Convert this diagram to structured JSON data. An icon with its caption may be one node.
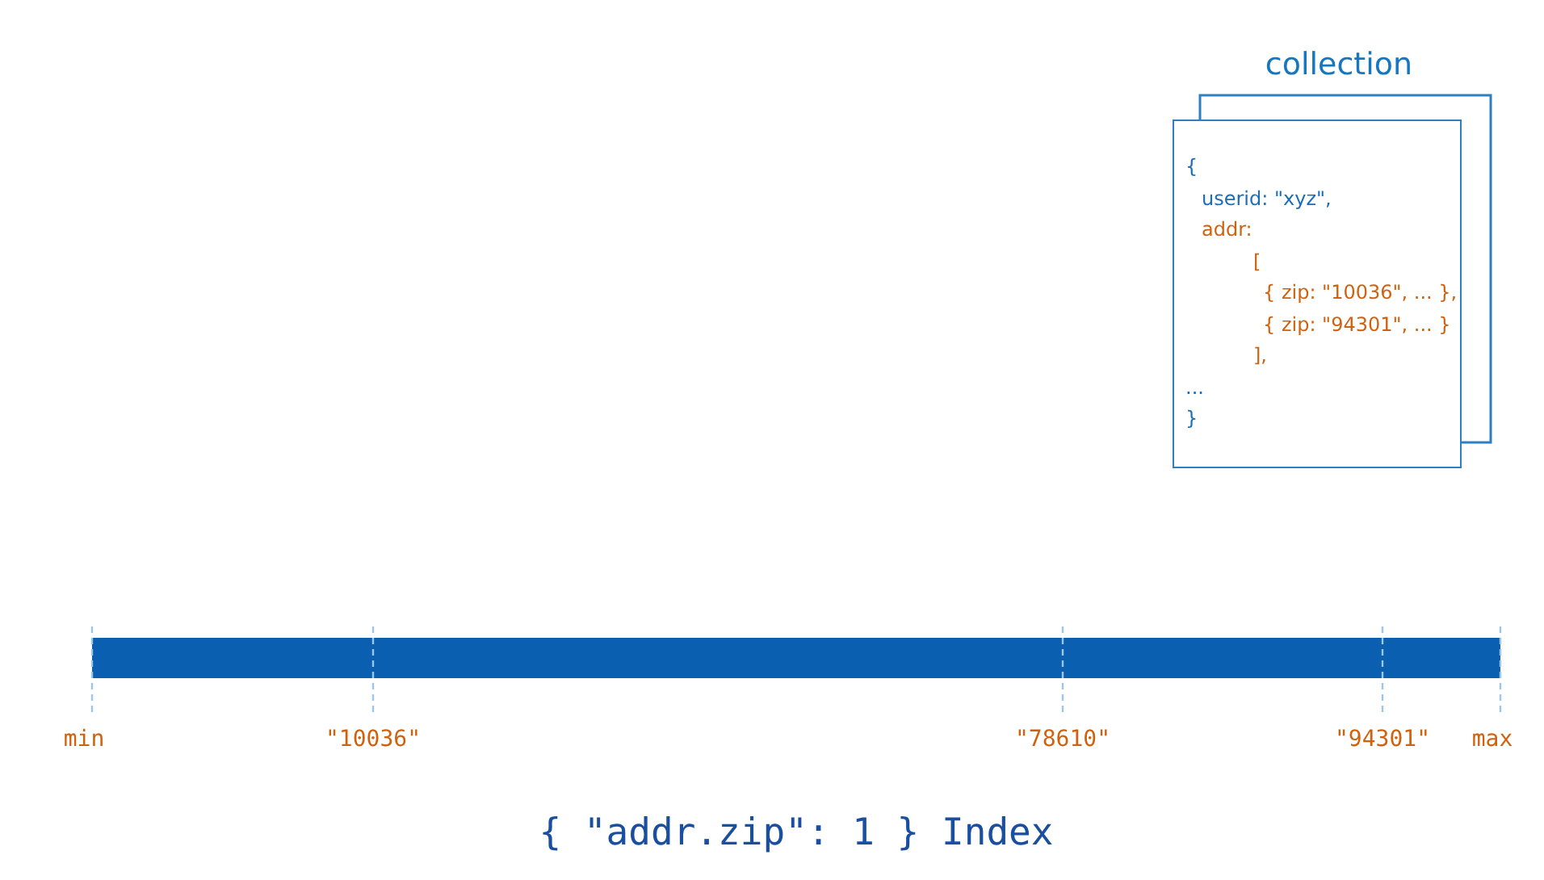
{
  "diagram": {
    "caption": "{ \"addr.zip\": 1 } Index",
    "nodes": [
      {
        "text": [
          "collection",
          "{",
          "userid: \"xyz\",",
          "addr:",
          "[",
          "{ zip: \"10036\", ... },",
          "{ zip: \"94301\", ... }",
          "],",
          "...",
          "}"
        ]
      },
      {
        "text": [],
        "shape": "bar"
      }
    ],
    "labels": [
      "min",
      "\"10036\"",
      "\"78610\"",
      "\"94301\"",
      "max"
    ]
  }
}
